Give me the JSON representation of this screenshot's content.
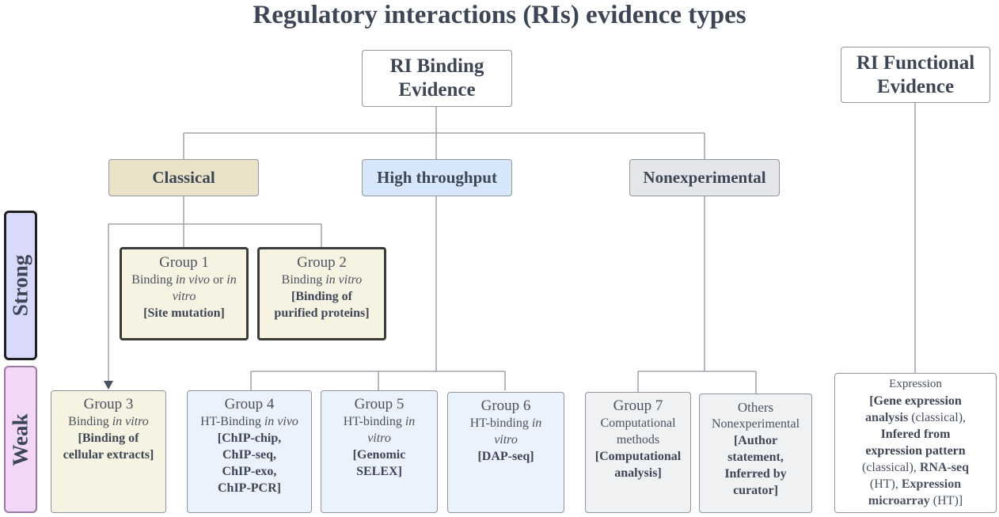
{
  "title": "Regulatory interactions (RIs) evidence types",
  "binding_header": [
    "RI Binding",
    "Evidence"
  ],
  "functional_header": [
    "RI Functional",
    "Evidence"
  ],
  "categories": {
    "classical": "Classical",
    "high_throughput": "High throughput",
    "nonexperimental": "Nonexperimental"
  },
  "strength": {
    "strong": "Strong",
    "weak": "Weak"
  },
  "groups": {
    "g1": {
      "name": "Group 1",
      "l1a": "Binding ",
      "l1i": "in vivo",
      "l1b": " or ",
      "l1c": "in",
      "l2i": "vitro",
      "b1": "[Site mutation]"
    },
    "g2": {
      "name": "Group 2",
      "l1a": "Binding ",
      "l1i": "in vitro",
      "b1": "[Binding of",
      "b2": "purified proteins]"
    },
    "g3": {
      "name": "Group 3",
      "l1a": "Binding ",
      "l1i": "in vitro",
      "b1": "[Binding of",
      "b2": "cellular extracts]"
    },
    "g4": {
      "name": "Group 4",
      "l1a": "HT-Binding ",
      "l1i": "in vivo",
      "b1": "[ChIP-chip,",
      "b2": "ChIP-seq,",
      "b3": "ChIP-exo,",
      "b4": "ChIP-PCR]"
    },
    "g5": {
      "name": "Group 5",
      "l1a": "HT-binding ",
      "l1i": "in",
      "l2i": "vitro",
      "b1": "[Genomic",
      "b2": "SELEX]"
    },
    "g6": {
      "name": "Group 6",
      "l1a": "HT-binding ",
      "l1i": "in",
      "l2i": "vitro",
      "b1": "[DAP-seq]"
    },
    "g7": {
      "name": "Group 7",
      "l1": "Computational",
      "l2": "methods",
      "b1": "[Computational",
      "b2": "analysis]"
    },
    "others": {
      "name": "Others",
      "l1": "Nonexperimental",
      "b1": "[Author",
      "b2": "statement,",
      "b3": "Inferred by",
      "b4": "curator]"
    }
  },
  "expression": {
    "name": "Expression",
    "r1": "[Gene expression",
    "r2b": "analysis",
    "r2n": " (classical),",
    "r3": "Infered from",
    "r4": "expression pattern",
    "r5n": "(classical), ",
    "r5b": "RNA-seq",
    "r6n": "(HT), ",
    "r6b": "Expression",
    "r7b": "microarray",
    "r7n": " (HT)]"
  },
  "colors": {
    "classical": "#e9e1c8",
    "high_throughput": "#d6e6fb",
    "nonexperimental": "#e4e6ea",
    "group_classical": "#f7f3e2",
    "group_ht": "#eaf2fd",
    "group_nonexp": "#f0f1f3",
    "strong": "#d9d9fb",
    "weak": "#f2d7f6"
  }
}
